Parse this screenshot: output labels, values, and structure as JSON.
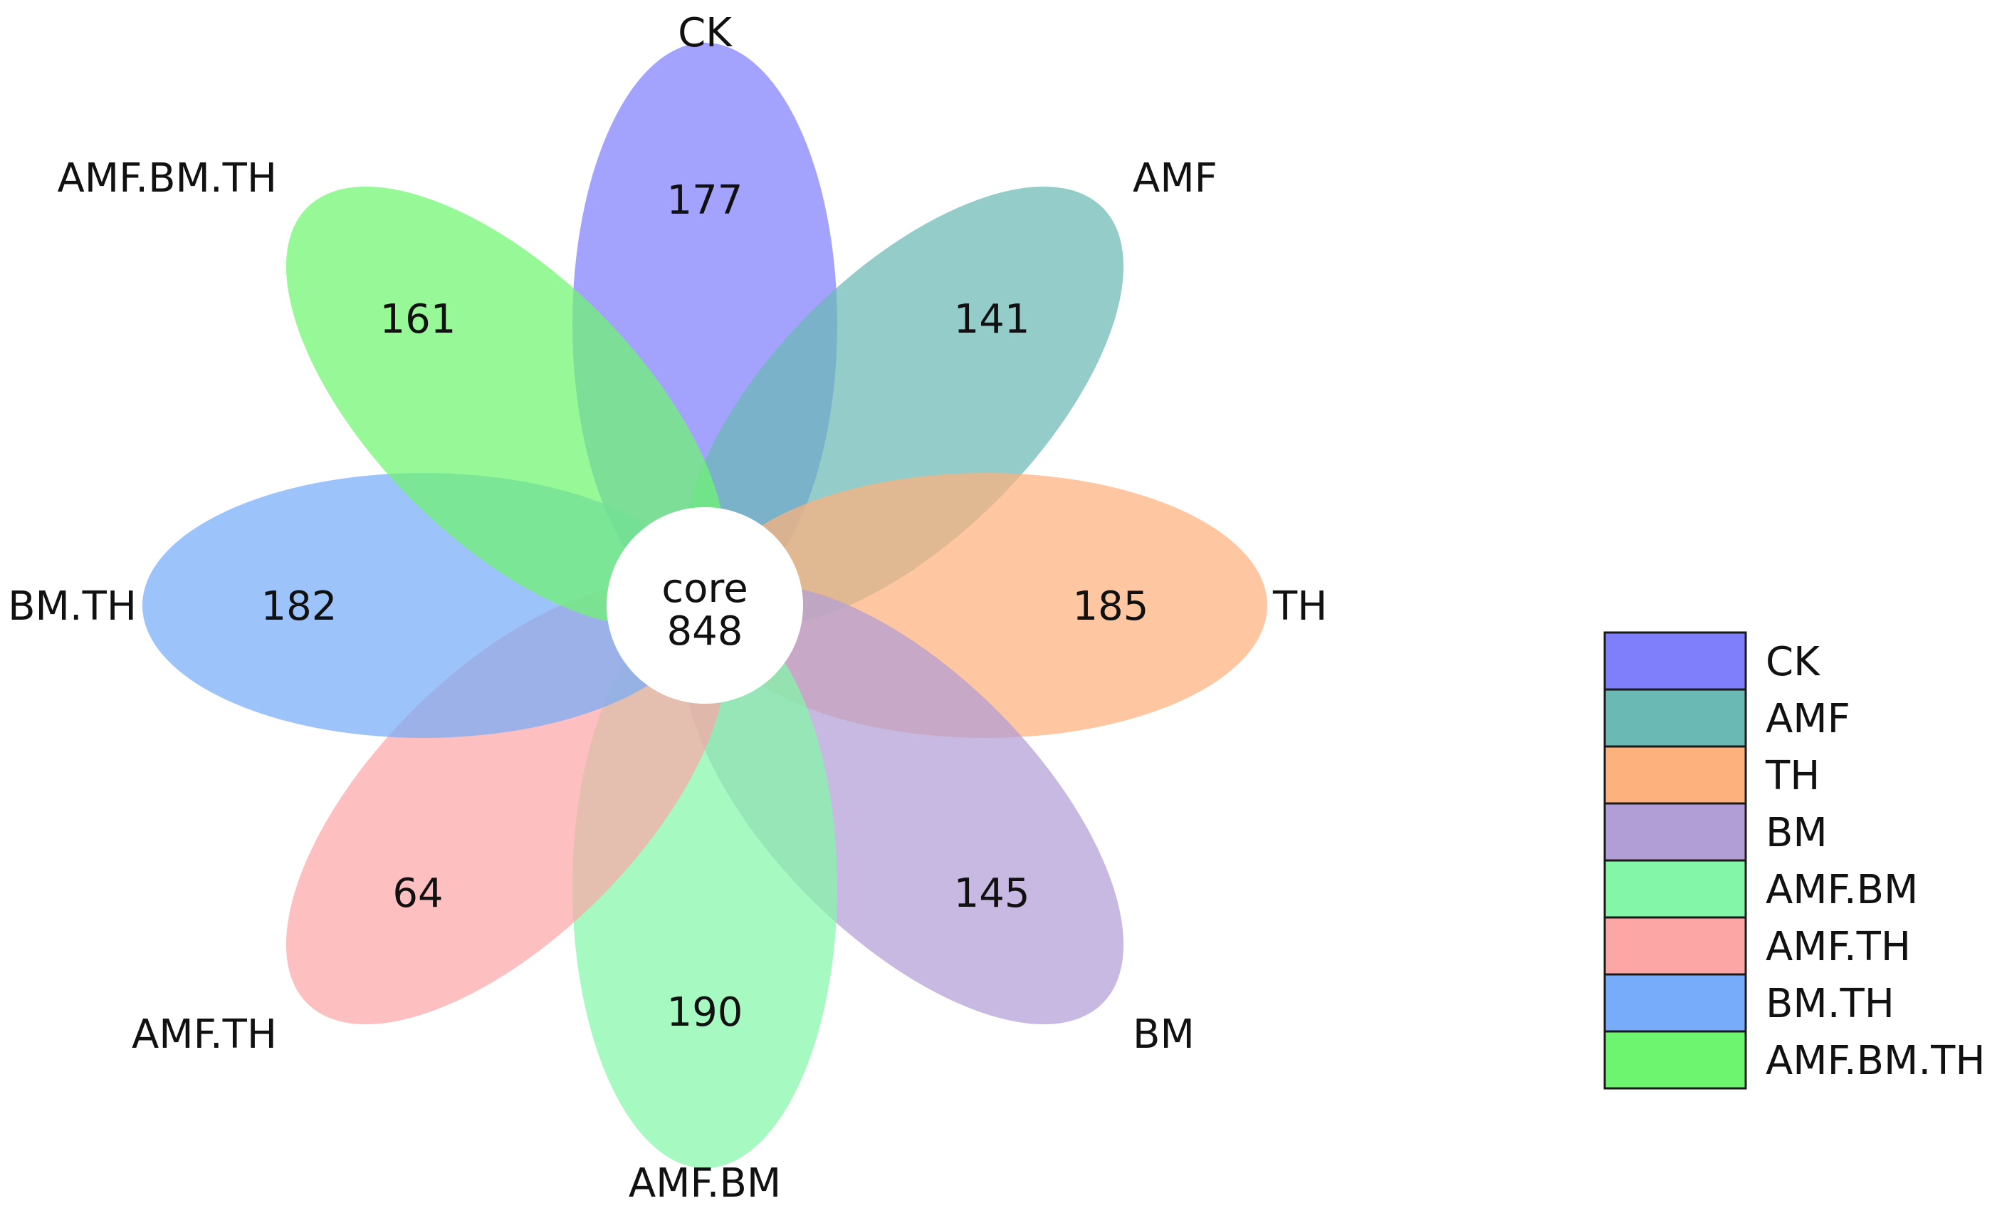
{
  "diagram": {
    "type": "venn-flower",
    "core": {
      "label": "core",
      "value": "848",
      "color": "#ffffff"
    },
    "petals": [
      {
        "key": "CK",
        "label": "CK",
        "count": "177",
        "color": "#7f7ffc"
      },
      {
        "key": "AMF",
        "label": "AMF",
        "count": "141",
        "color": "#6ab9b4"
      },
      {
        "key": "TH",
        "label": "TH",
        "count": "185",
        "color": "#fdb27d"
      },
      {
        "key": "BM",
        "label": "BM",
        "count": "145",
        "color": "#b19ed6"
      },
      {
        "key": "AMF.BM",
        "label": "AMF.BM",
        "count": "190",
        "color": "#83f6a8"
      },
      {
        "key": "AMF.TH",
        "label": "AMF.TH",
        "count": "64",
        "color": "#fca6a6"
      },
      {
        "key": "BM.TH",
        "label": "BM.TH",
        "count": "182",
        "color": "#77acfa"
      },
      {
        "key": "AMF.BM.TH",
        "label": "AMF.BM.TH",
        "count": "161",
        "color": "#6df56f"
      }
    ]
  },
  "legend": {
    "items": [
      {
        "label": "CK",
        "color": "#7f7ffc"
      },
      {
        "label": "AMF",
        "color": "#6ab9b4"
      },
      {
        "label": "TH",
        "color": "#fdb27d"
      },
      {
        "label": "BM",
        "color": "#b19ed6"
      },
      {
        "label": "AMF.BM",
        "color": "#83f6a8"
      },
      {
        "label": "AMF.TH",
        "color": "#fca6a6"
      },
      {
        "label": "BM.TH",
        "color": "#77acfa"
      },
      {
        "label": "AMF.BM.TH",
        "color": "#6df56f"
      }
    ]
  }
}
